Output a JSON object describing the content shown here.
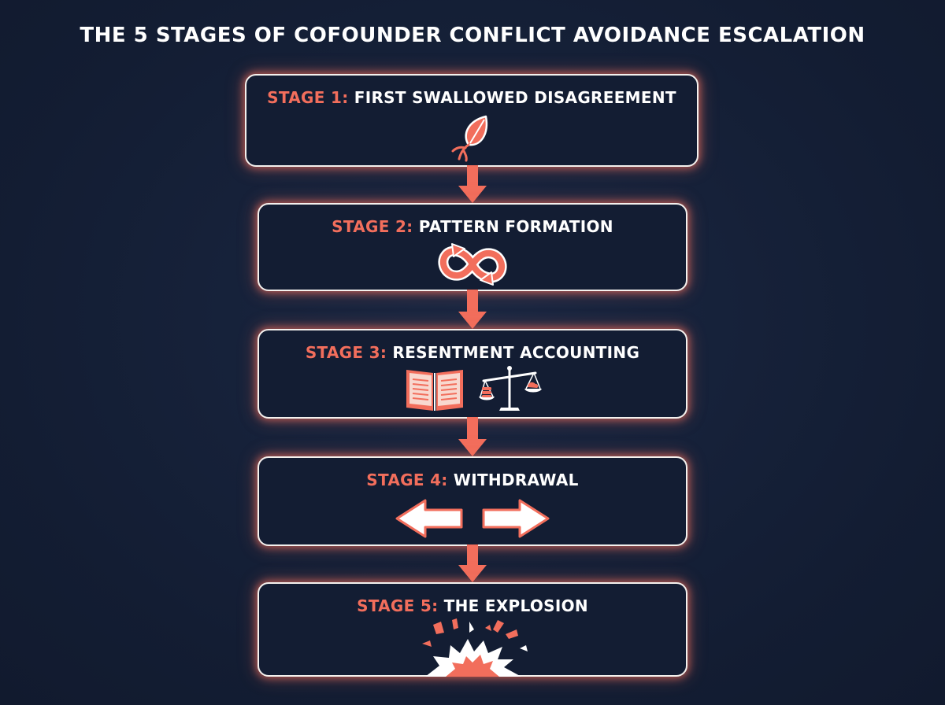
{
  "title": "THE 5 STAGES OF COFOUNDER CONFLICT AVOIDANCE ESCALATION",
  "colors": {
    "background": "#131d33",
    "accent": "#f26e5c",
    "text": "#ffffff",
    "border": "#f4f1ee"
  },
  "stages": [
    {
      "number": "STAGE 1:",
      "name": "FIRST SWALLOWED DISAGREEMENT",
      "icon": "sprouting-seed-icon"
    },
    {
      "number": "STAGE 2:",
      "name": "PATTERN FORMATION",
      "icon": "infinity-loop-arrows-icon"
    },
    {
      "number": "STAGE 3:",
      "name": "RESENTMENT ACCOUNTING",
      "icon": "open-ledger-book-icon, balance-scale-icon"
    },
    {
      "number": "STAGE 4:",
      "name": "WITHDRAWAL",
      "icon": "diverging-arrows-icon"
    },
    {
      "number": "STAGE 5:",
      "name": "THE EXPLOSION",
      "icon": "explosion-burst-icon"
    }
  ]
}
